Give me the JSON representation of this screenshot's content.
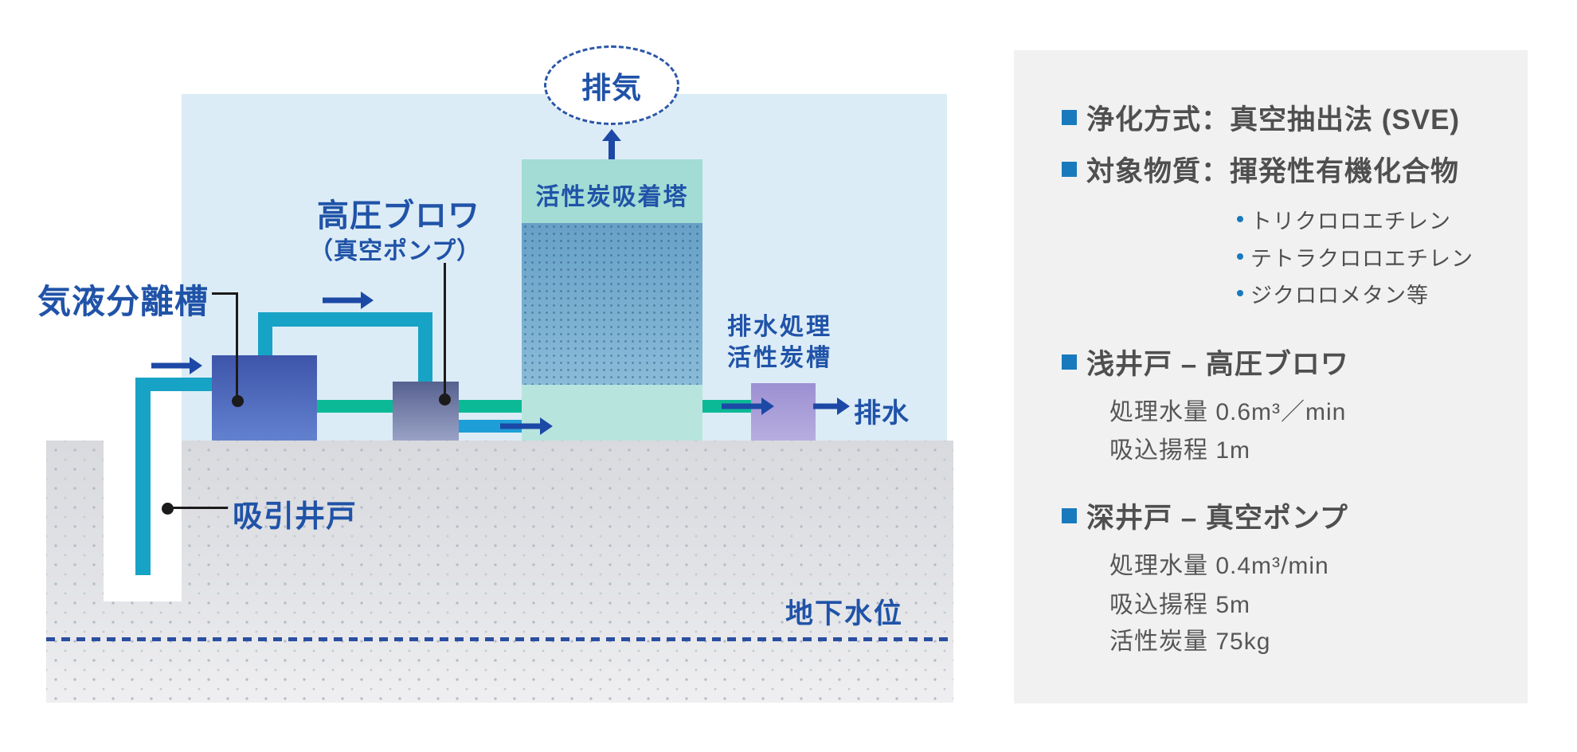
{
  "diagram": {
    "exhaust_label": "排気",
    "tower_label": "活性炭吸着塔",
    "separator_label": "気液分離槽",
    "blower_label": "高圧ブロワ",
    "blower_sublabel": "（真空ポンプ）",
    "well_label": "吸引井戸",
    "drain_tank_label_line1": "排水処理",
    "drain_tank_label_line2": "活性炭槽",
    "drain_label": "排水",
    "groundwater_label": "地下水位"
  },
  "panel": {
    "items": [
      {
        "type": "bullet",
        "text": "浄化方式：真空抽出法 (SVE)"
      },
      {
        "type": "bullet",
        "text": "対象物質：揮発性有機化合物"
      },
      {
        "type": "sub",
        "text": "トリクロロエチレン"
      },
      {
        "type": "sub",
        "text": "テトラクロロエチレン"
      },
      {
        "type": "sub",
        "text": "ジクロロメタン等"
      },
      {
        "type": "bullet",
        "text": "浅井戸 – 高圧ブロワ"
      },
      {
        "type": "spec",
        "text": "処理水量 0.6m³／min"
      },
      {
        "type": "spec",
        "text": "吸込揚程 1m"
      },
      {
        "type": "bullet",
        "text": "深井戸 – 真空ポンプ"
      },
      {
        "type": "spec",
        "text": "処理水量 0.4m³/min"
      },
      {
        "type": "spec",
        "text": "吸込揚程 5m"
      },
      {
        "type": "spec",
        "text": "活性炭量 75kg"
      }
    ]
  },
  "colors": {
    "sky": "#dcecf6",
    "ground_top": "#d9dade",
    "ground_bottom": "#efeff1",
    "ground_dot": "#b7bcc8",
    "panel_bg": "#f1f1f2",
    "label_blue": "#2053a8",
    "arrow_blue": "#1c49a6",
    "bullet_blue": "#187abd",
    "text_dark": "#4f4f4f",
    "pipe_teal": "#17a3c5",
    "pipe_cyan": "#1d9ed6",
    "pipe_green": "#0cb996",
    "sep_top": "#3e55a9",
    "sep_bottom": "#6281cf",
    "blower_top": "#57618f",
    "blower_bottom": "#99a2c5",
    "purple_top": "#9c90d2",
    "purple_bottom": "#b7addf",
    "tower_light_top": "#a2dcd4",
    "tower_light_bottom": "#b7e5de",
    "tower_mid_top": "#67a0c7",
    "tower_mid_bottom": "#8abbd8",
    "gw_line": "#2a4fa0",
    "leader_black": "#1b1b1b"
  }
}
